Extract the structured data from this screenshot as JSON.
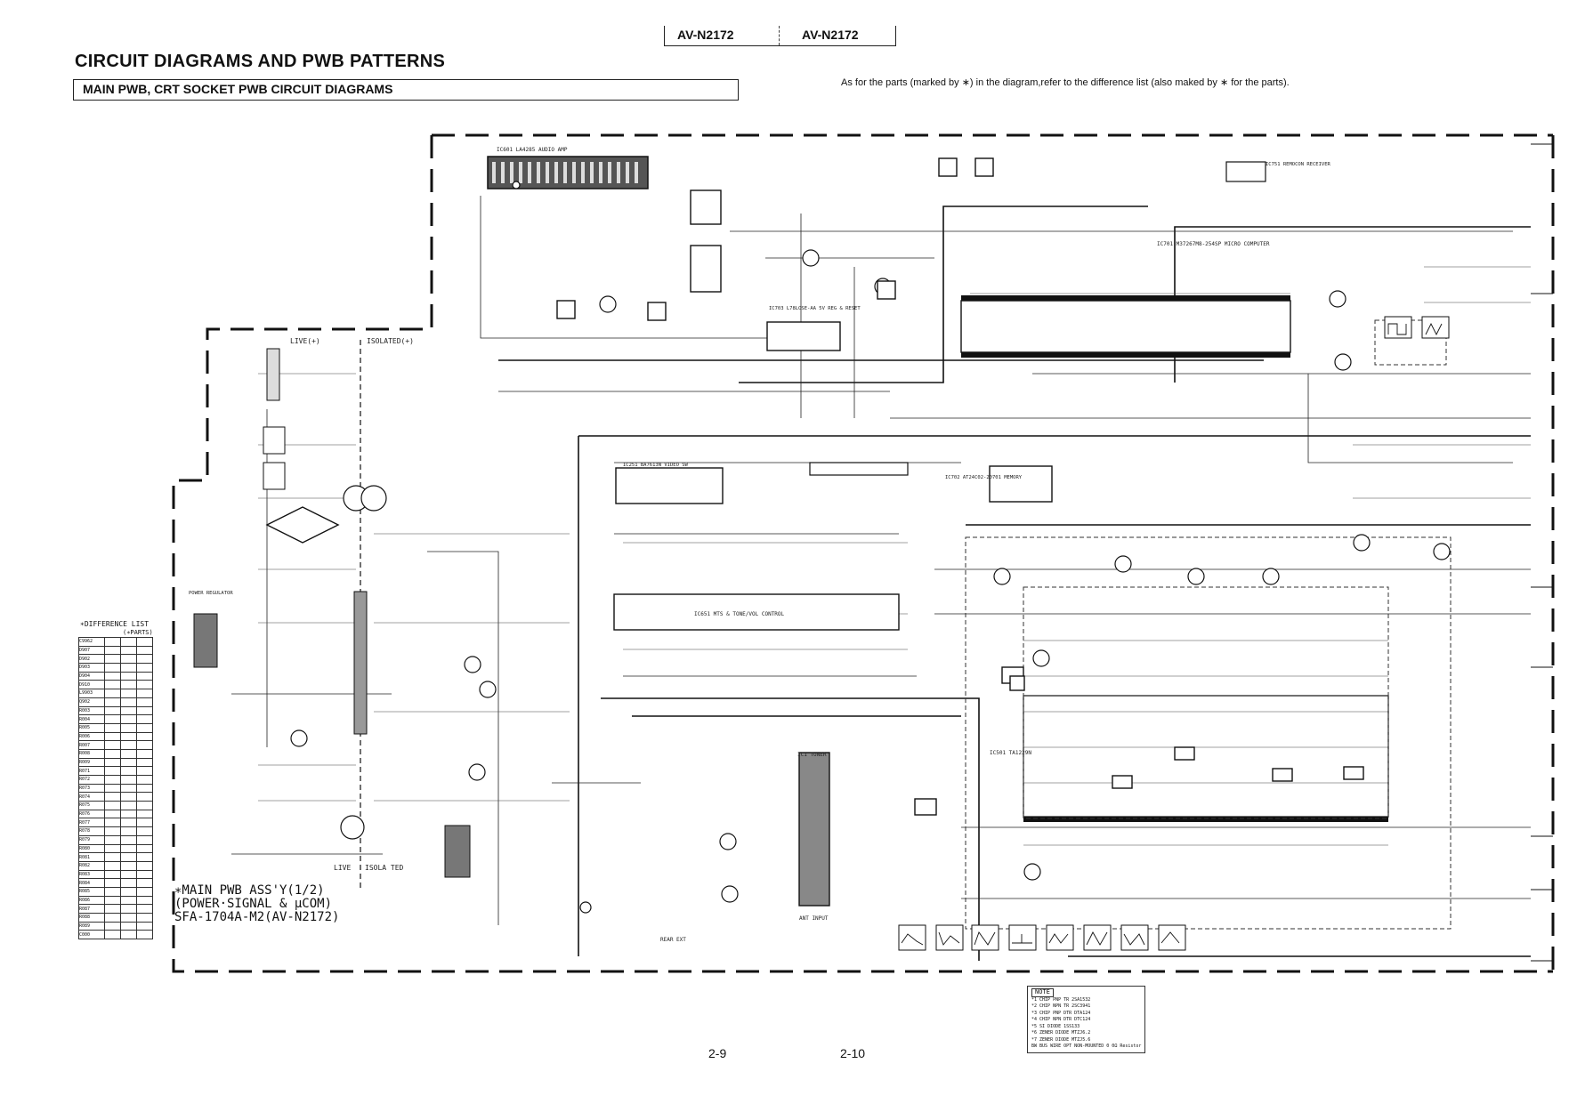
{
  "header": {
    "model_left": "AV-N2172",
    "model_right": "AV-N2172",
    "title": "CIRCUIT DIAGRAMS AND PWB PATTERNS",
    "subtitle": "MAIN PWB, CRT SOCKET PWB CIRCUIT DIAGRAMS",
    "note": "As for the parts (marked by ∗) in the diagram,refer to the difference list (also maked by ∗ for the parts)."
  },
  "difference_list": {
    "heading": "∗DIFFERENCE LIST",
    "parts_label": "(∗PARTS)",
    "rows": [
      "C9962",
      "D907",
      "D902",
      "D903",
      "D904",
      "D910",
      "L9903",
      "Q902",
      "R003",
      "R004",
      "R005",
      "R006",
      "R007",
      "R008",
      "R009",
      "R071",
      "R072",
      "R073",
      "R074",
      "R075",
      "R076",
      "R077",
      "R078",
      "R079",
      "R080",
      "R081",
      "R082",
      "R083",
      "R084",
      "R085",
      "R086",
      "R087",
      "R088",
      "R089",
      "C000"
    ]
  },
  "assembly_label": "∗MAIN PWB ASS'Y(1/2)\n(POWER·SIGNAL & μCOM)\nSFA-1704A-M2(AV-N2172)",
  "labels": {
    "live": "LIVE(+)",
    "isolated": "ISOLATED(+)",
    "live_bottom": "LIVE",
    "isolated_bottom": "ISOLA TED",
    "audio_amp": "IC601 LA4285 AUDIO AMP",
    "regulator": "IC703 L78LOSE-AA 5V REG & RESET",
    "micro": "IC701 M37267M8-254SP MICRO COMPUTER",
    "memory": "IC702 AT24C02-20701 MEMORY",
    "video_sw": "IC251 BA7613N VIDEO SW",
    "mts": "IC651 MTS & TONE/VOL CONTROL",
    "tuner": "IC1 TUNER",
    "remocon": "IC751 REMOCON RECEIVER",
    "signal_ic": "IC501 TA1229N",
    "ant_input": "ANT INPUT",
    "rear_ext": "REAR EXT",
    "power_reg": "POWER REGULATOR"
  },
  "notes_table": {
    "title": "NOTE",
    "items": [
      "*1  CHIP PNP TR  2SA1532",
      "*2  CHIP NPN TR  2SC3941",
      "*3  CHIP PNP DTR DTA124",
      "*4  CHIP NPN DTR DTC124",
      "*5  SI DIODE     1SS133",
      "*6  ZENER DIODE  MTZJ6.2",
      "*7  ZENER DIODE  MTZJ5.6"
    ],
    "side": "BW  BUS WIRE   OPT  NON-MOUNTED   0  0Ω Resistor"
  },
  "page_numbers": {
    "left": "2-9",
    "right": "2-10"
  }
}
